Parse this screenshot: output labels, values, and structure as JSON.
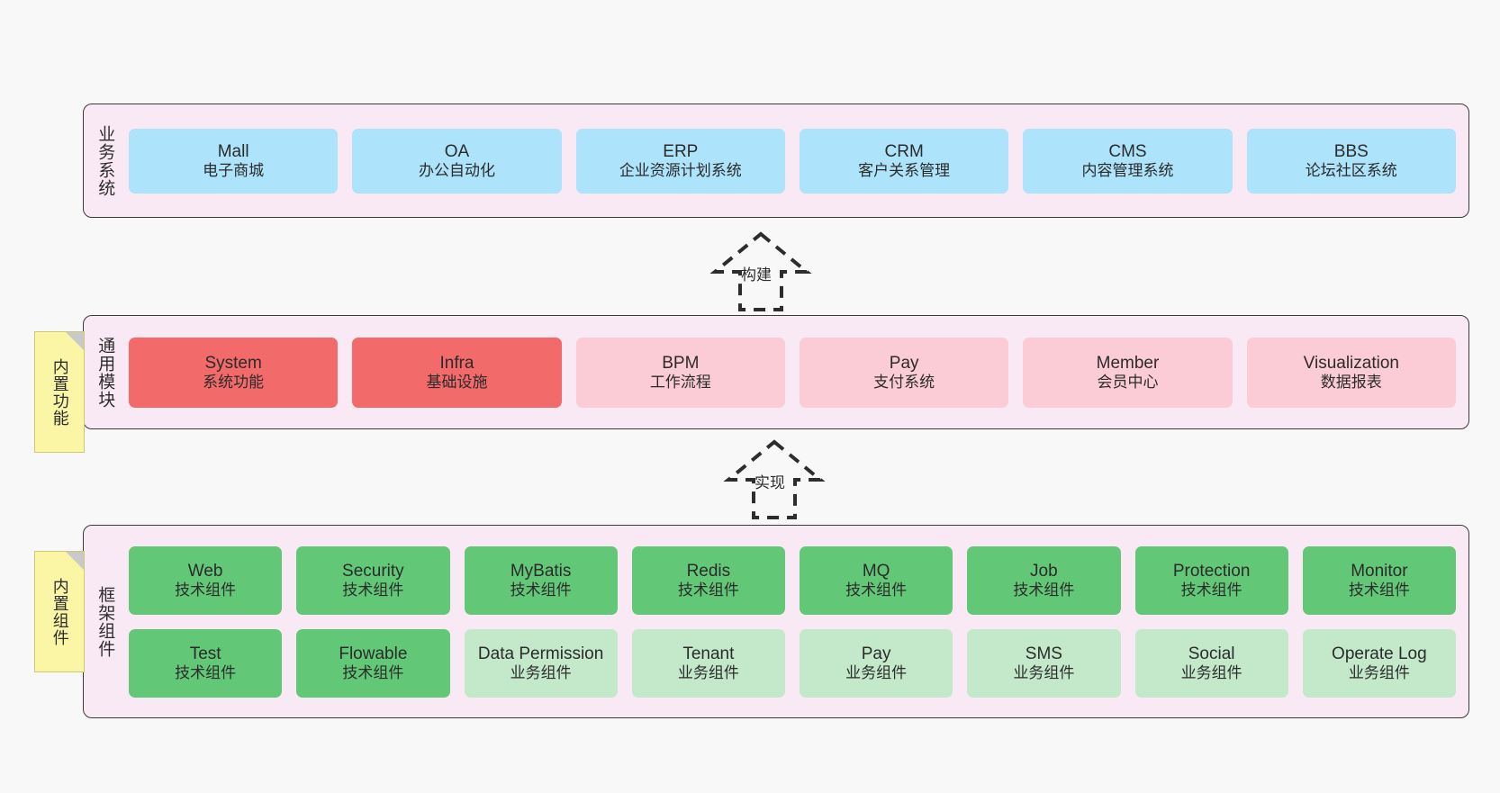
{
  "diagram": {
    "title": "System architecture layers",
    "colors": {
      "layer_background": "#f9e9f4",
      "layer_border": "#3a3a3a",
      "business_card": "#ade3fb",
      "common_core_card": "#f26a6a",
      "common_card": "#fbccd5",
      "tech_component_card": "#62c877",
      "business_component_card": "#c3e9ca",
      "note_background": "#fbf6a5",
      "canvas_background": "#f8f8f8"
    }
  },
  "layers": [
    {
      "id": "business",
      "title": "业务系统",
      "rows": [
        [
          {
            "en": "Mall",
            "cn": "电子商城",
            "style": "c-blue"
          },
          {
            "en": "OA",
            "cn": "办公自动化",
            "style": "c-blue"
          },
          {
            "en": "ERP",
            "cn": "企业资源计划系统",
            "style": "c-blue"
          },
          {
            "en": "CRM",
            "cn": "客户关系管理",
            "style": "c-blue"
          },
          {
            "en": "CMS",
            "cn": "内容管理系统",
            "style": "c-blue"
          },
          {
            "en": "BBS",
            "cn": "论坛社区系统",
            "style": "c-blue"
          }
        ]
      ]
    },
    {
      "id": "common",
      "title": "通用模块",
      "rows": [
        [
          {
            "en": "System",
            "cn": "系统功能",
            "style": "c-red"
          },
          {
            "en": "Infra",
            "cn": "基础设施",
            "style": "c-red"
          },
          {
            "en": "BPM",
            "cn": "工作流程",
            "style": "c-pink"
          },
          {
            "en": "Pay",
            "cn": "支付系统",
            "style": "c-pink"
          },
          {
            "en": "Member",
            "cn": "会员中心",
            "style": "c-pink"
          },
          {
            "en": "Visualization",
            "cn": "数据报表",
            "style": "c-pink"
          }
        ]
      ]
    },
    {
      "id": "frame",
      "title": "框架组件",
      "rows": [
        [
          {
            "en": "Web",
            "cn": "技术组件",
            "style": "c-green"
          },
          {
            "en": "Security",
            "cn": "技术组件",
            "style": "c-green"
          },
          {
            "en": "MyBatis",
            "cn": "技术组件",
            "style": "c-green"
          },
          {
            "en": "Redis",
            "cn": "技术组件",
            "style": "c-green"
          },
          {
            "en": "MQ",
            "cn": "技术组件",
            "style": "c-green"
          },
          {
            "en": "Job",
            "cn": "技术组件",
            "style": "c-green"
          },
          {
            "en": "Protection",
            "cn": "技术组件",
            "style": "c-green"
          },
          {
            "en": "Monitor",
            "cn": "技术组件",
            "style": "c-green"
          }
        ],
        [
          {
            "en": "Test",
            "cn": "技术组件",
            "style": "c-green"
          },
          {
            "en": "Flowable",
            "cn": "技术组件",
            "style": "c-green"
          },
          {
            "en": "Data Permission",
            "cn": "业务组件",
            "style": "c-lightgreen"
          },
          {
            "en": "Tenant",
            "cn": "业务组件",
            "style": "c-lightgreen"
          },
          {
            "en": "Pay",
            "cn": "业务组件",
            "style": "c-lightgreen"
          },
          {
            "en": "SMS",
            "cn": "业务组件",
            "style": "c-lightgreen"
          },
          {
            "en": "Social",
            "cn": "业务组件",
            "style": "c-lightgreen"
          },
          {
            "en": "Operate Log",
            "cn": "业务组件",
            "style": "c-lightgreen"
          }
        ]
      ]
    }
  ],
  "notes": [
    {
      "id": "functions",
      "text": "内置功能"
    },
    {
      "id": "components",
      "text": "内置组件"
    }
  ],
  "arrows": [
    {
      "id": "build",
      "label": "构建"
    },
    {
      "id": "impl",
      "label": "实现"
    }
  ]
}
